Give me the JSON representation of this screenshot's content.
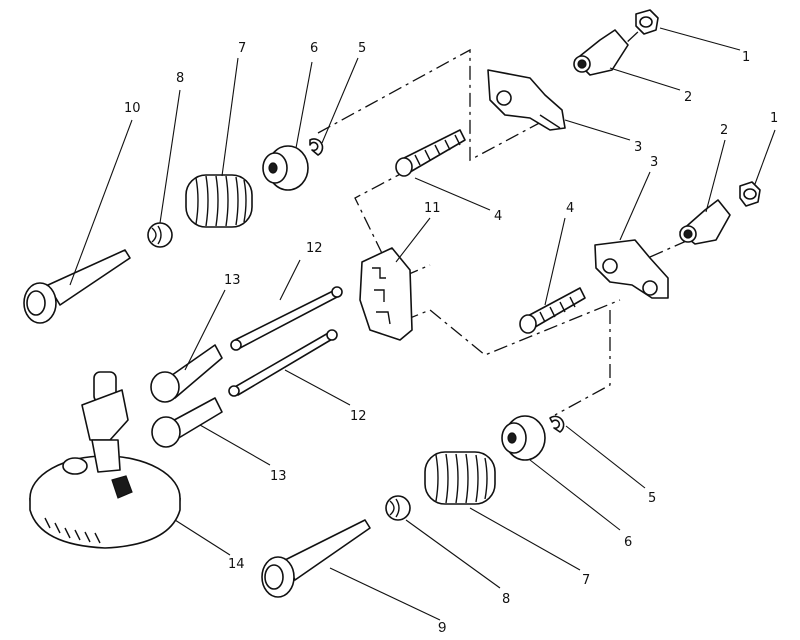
{
  "diagram": {
    "callouts": [
      {
        "id": "c1a",
        "text": "1"
      },
      {
        "id": "c2a",
        "text": "2"
      },
      {
        "id": "c3a",
        "text": "3"
      },
      {
        "id": "c5a",
        "text": "5"
      },
      {
        "id": "c6a",
        "text": "6"
      },
      {
        "id": "c7a",
        "text": "7"
      },
      {
        "id": "c8a",
        "text": "8"
      },
      {
        "id": "c10",
        "text": "10"
      },
      {
        "id": "c4a",
        "text": "4"
      },
      {
        "id": "c11",
        "text": "11"
      },
      {
        "id": "c1b",
        "text": "1"
      },
      {
        "id": "c2b",
        "text": "2"
      },
      {
        "id": "c3b",
        "text": "3"
      },
      {
        "id": "c4b",
        "text": "4"
      },
      {
        "id": "c12a",
        "text": "12"
      },
      {
        "id": "c13a",
        "text": "13"
      },
      {
        "id": "c12b",
        "text": "12"
      },
      {
        "id": "c13b",
        "text": "13"
      },
      {
        "id": "c5b",
        "text": "5"
      },
      {
        "id": "c6b",
        "text": "6"
      },
      {
        "id": "c7b",
        "text": "7"
      },
      {
        "id": "c8b",
        "text": "8"
      },
      {
        "id": "c14",
        "text": "14"
      },
      {
        "id": "c9",
        "text": "9"
      }
    ]
  }
}
